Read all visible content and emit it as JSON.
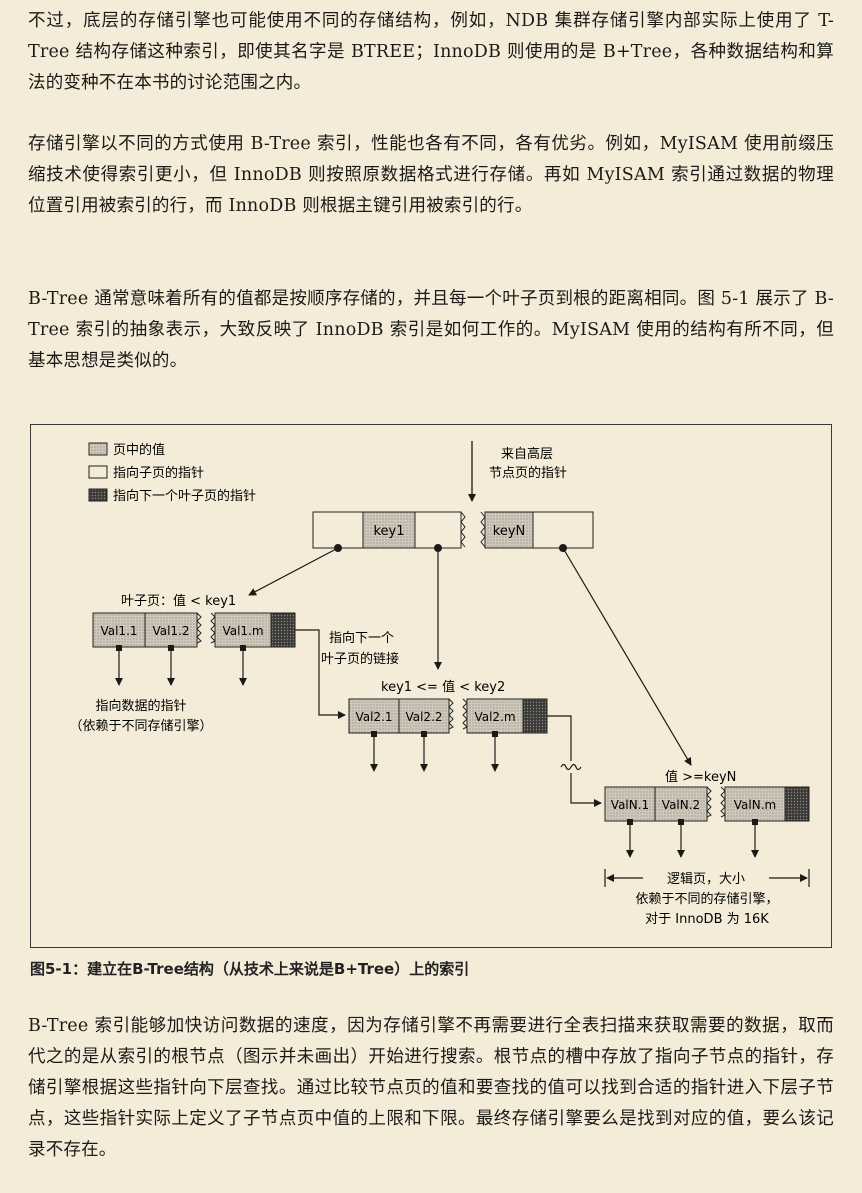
{
  "paragraphs": [
    "不过，底层的存储引擎也可能使用不同的存储结构，例如，NDB 集群存储引擎内部实际上使用了 T-Tree 结构存储这种索引，即使其名字是 BTREE；InnoDB 则使用的是 B+Tree，各种数据结构和算法的变种不在本书的讨论范围之内。",
    "存储引擎以不同的方式使用 B-Tree 索引，性能也各有不同，各有优劣。例如，MyISAM 使用前缀压缩技术使得索引更小，但 InnoDB 则按照原数据格式进行存储。再如 MyISAM 索引通过数据的物理位置引用被索引的行，而 InnoDB 则根据主键引用被索引的行。",
    "B-Tree 通常意味着所有的值都是按顺序存储的，并且每一个叶子页到根的距离相同。图 5-1 展示了 B-Tree 索引的抽象表示，大致反映了 InnoDB 索引是如何工作的。MyISAM 使用的结构有所不同，但基本思想是类似的。",
    "B-Tree 索引能够加快访问数据的速度，因为存储引擎不再需要进行全表扫描来获取需要的数据，取而代之的是从索引的根节点（图示并未画出）开始进行搜索。根节点的槽中存放了指向子节点的指针，存储引擎根据这些指针向下层查找。通过比较节点页的值和要查找的值可以找到合适的指针进入下层子节点，这些指针实际上定义了子节点页中值的上限和下限。最终存储引擎要么是找到对应的值，要么该记录不存在。"
  ],
  "figure": {
    "legend": {
      "value_in_page": "页中的值",
      "pointer_to_child": "指向子页的指针",
      "pointer_to_next_leaf": "指向下一个叶子页的指针"
    },
    "from_upper_line1": "来自高层",
    "from_upper_line2": "节点页的指针",
    "root_keys": [
      "key1",
      "keyN"
    ],
    "leaf1": {
      "label": "叶子页：值 < key1",
      "cells": [
        "Val1.1",
        "Val1.2",
        "Val1.m"
      ]
    },
    "leaf2": {
      "label": "key1 <= 值 < key2",
      "cells": [
        "Val2.1",
        "Val2.2",
        "Val2.m"
      ]
    },
    "leaf3": {
      "label": "值 >=keyN",
      "cells": [
        "ValN.1",
        "ValN.2",
        "ValN.m"
      ]
    },
    "next_leaf_link_line1": "指向下一个",
    "next_leaf_link_line2": "叶子页的链接",
    "data_pointer_line1": "指向数据的指针",
    "data_pointer_line2": "（依赖于不同存储引擎）",
    "logical_page_line1": "逻辑页，大小",
    "logical_page_line2": "依赖于不同的存储引擎，",
    "logical_page_line3": "对于 InnoDB 为 16K"
  },
  "caption": "图5-1：建立在B-Tree结构（从技术上来说是B+Tree）上的索引",
  "colors": {
    "background": "#f4ecd8",
    "value_cell": "#cfc8bb",
    "pointer_cell": "#f4ecd8",
    "next_leaf_cell": "#3c3a36"
  }
}
